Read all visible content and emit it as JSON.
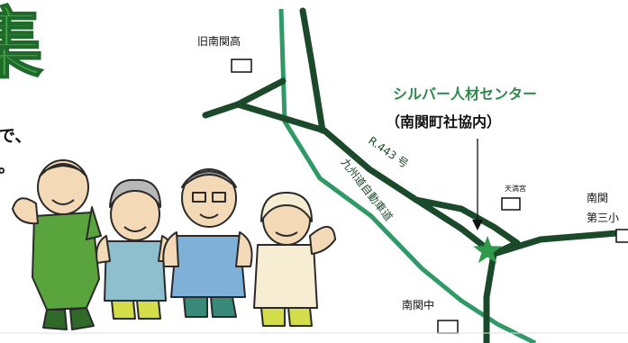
{
  "headline": {
    "char": "集"
  },
  "caption": {
    "line1": "で、",
    "line2": "。"
  },
  "landmarks": {
    "old_high_school": "旧南関高",
    "silver_center_line1": "シルバー人材センター",
    "silver_center_line2": "（南関町社協内）",
    "tenmangu": "天満宮",
    "daisan": "南関",
    "daisan2": "第三小",
    "nankan_jr": "南関中"
  },
  "roads": {
    "route_443": "R.443 号",
    "expressway": "九州道自動車道"
  },
  "colors": {
    "road_dark": "#1a4a2a",
    "expressway": "#2f9a66",
    "label_green": "#2e8a4a",
    "headline_green": "#3fa043",
    "star": "#2f9a4a"
  }
}
